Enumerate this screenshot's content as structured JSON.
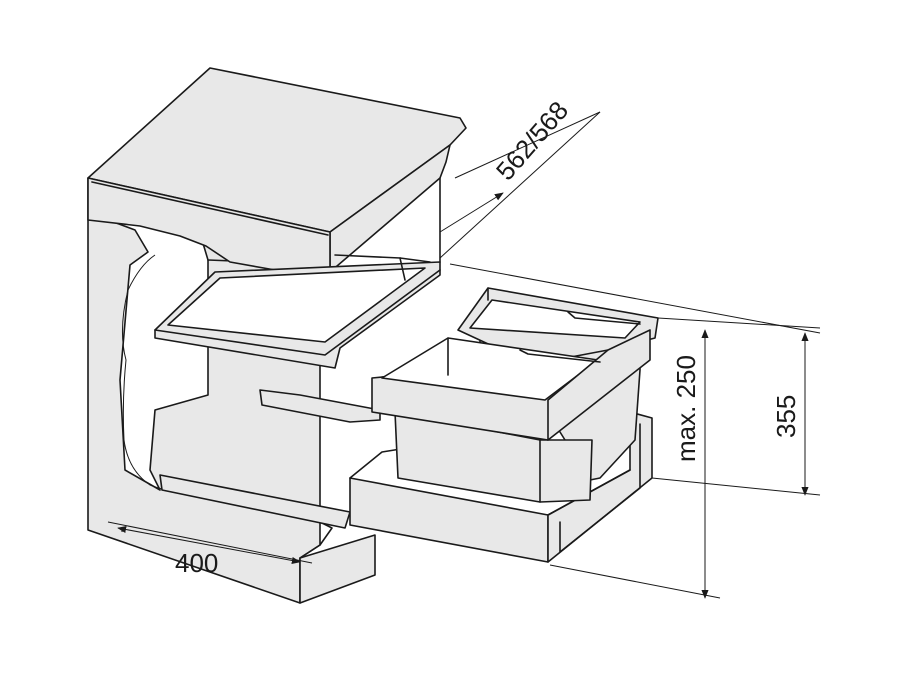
{
  "dimensions": {
    "depth": "562/568",
    "width": "400",
    "height_max_bin": "max. 250",
    "height_total": "355"
  },
  "colors": {
    "line": "#1a1a1a",
    "fill": "#e8e8e8",
    "background": "#ffffff"
  }
}
